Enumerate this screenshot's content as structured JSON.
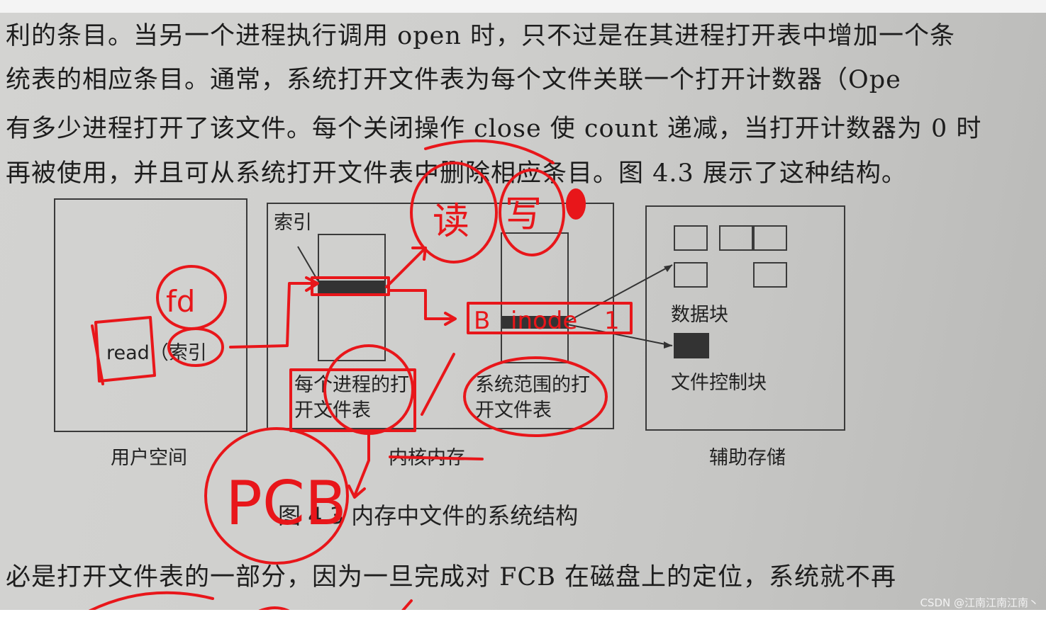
{
  "text_lines": [
    "利的条目。当另一个进程执行调用 open 时，只不过是在其进程打开表中增加一个条",
    "统表的相应条目。通常，系统打开文件表为每个文件关联一个打开计数器（Ope",
    "有多少进程打开了该文件。每个关闭操作 close 使 count 递减，当打开计数器为 0 时",
    "再被使用，并且可从系统打开文件表中删除相应条目。图 4.3 展示了这种结构。",
    "必是打开文件表的一部分，因为一旦完成对 FCB 在磁盘上的定位，系统就不再"
  ],
  "diagram": {
    "user_space": {
      "label": "用户空间",
      "call_text": "read（索引"
    },
    "kernel_memory": {
      "label": "内核内存",
      "index_label": "索引",
      "per_process_table": "每个进程的打开文件表",
      "system_table": "系统范围的打开文件表"
    },
    "secondary_storage": {
      "label": "辅助存储",
      "data_blocks": "数据块",
      "fcb": "文件控制块"
    },
    "caption": "图 4.3   内存中文件的系统结构"
  },
  "annotations": {
    "fd": "fd",
    "read_char": "读",
    "write_char": "写",
    "inode": "inode",
    "b_letter": "B",
    "count": "1",
    "pcb": "PCB"
  },
  "colors": {
    "ink": "#e8161a",
    "page": "#cfcfcd",
    "print": "#1d1d1d"
  },
  "watermark": "CSDN @江南江南江南丶"
}
